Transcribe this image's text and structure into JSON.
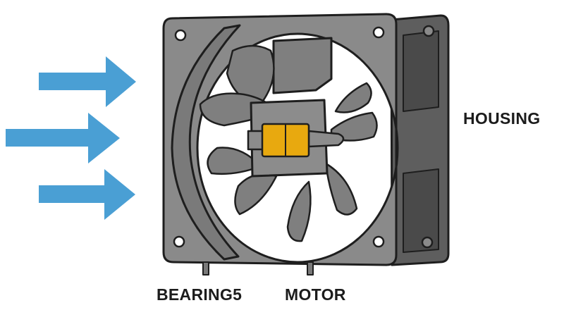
{
  "labels": {
    "housing": "HOUSING",
    "bearings": "BEARING5",
    "motor": "MOTOR"
  },
  "colors": {
    "arrow": "#4a9fd4",
    "housing": "#8a8a8a",
    "housing_dark": "#5e5e5e",
    "blade": "#7f7f7f",
    "motor": "#e8a90f",
    "outline": "#1e1e1e"
  },
  "icons": {
    "arrows": "right-arrow-icon",
    "fan": "fan-icon"
  }
}
